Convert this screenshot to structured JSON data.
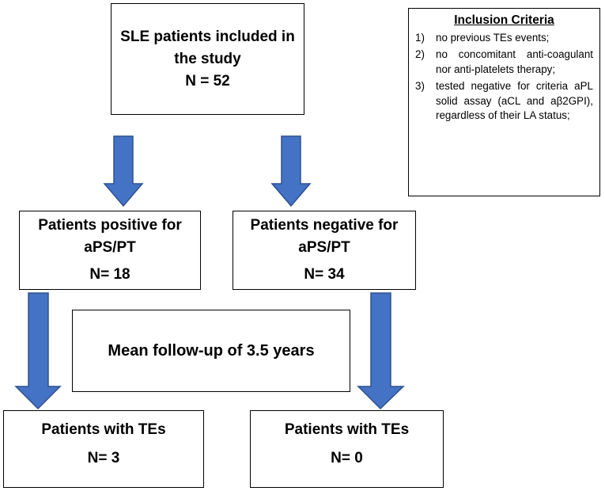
{
  "top": {
    "line1": "SLE patients included in",
    "line2": "the study",
    "count": "N = 52"
  },
  "positive": {
    "line1": "Patients positive for",
    "line2": "aPS/PT",
    "count": "N= 18"
  },
  "negative": {
    "line1": "Patients negative for",
    "line2": "aPS/PT",
    "count": "N= 34"
  },
  "followup": {
    "label": "Mean follow-up of 3.5 years"
  },
  "te_positive": {
    "label": "Patients with TEs",
    "count": "N= 3"
  },
  "te_negative": {
    "label": "Patients with TEs",
    "count": "N= 0"
  },
  "criteria": {
    "title": "Inclusion Criteria",
    "items": [
      {
        "num": "1)",
        "text": "no previous TEs events;"
      },
      {
        "num": "2)",
        "text": "no concomitant anti-coagulant nor anti-platelets therapy;"
      },
      {
        "num": "3)",
        "text": "tested negative for criteria aPL solid assay (aCL and aβ2GPI), regardless of their LA status;"
      }
    ]
  },
  "colors": {
    "arrow_fill": "#4472C4",
    "arrow_stroke": "#2F528F"
  }
}
